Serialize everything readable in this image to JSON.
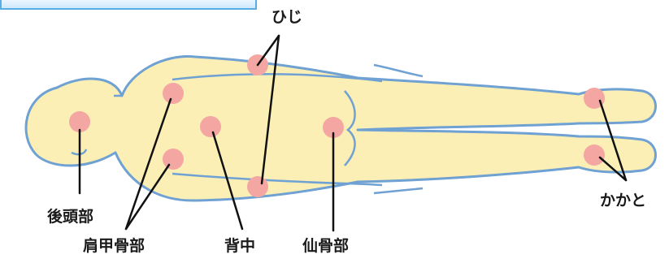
{
  "colors": {
    "skin": "#fbefb6",
    "outline": "#6fa1d3",
    "spot": "#f4a6a2",
    "leader": "#111111",
    "panel_border": "#58aee6"
  },
  "labels": {
    "elbow": "ひじ",
    "occiput": "後頭部",
    "scapula": "肩甲骨部",
    "back": "背中",
    "sacrum": "仙骨部",
    "heel": "かかと"
  }
}
